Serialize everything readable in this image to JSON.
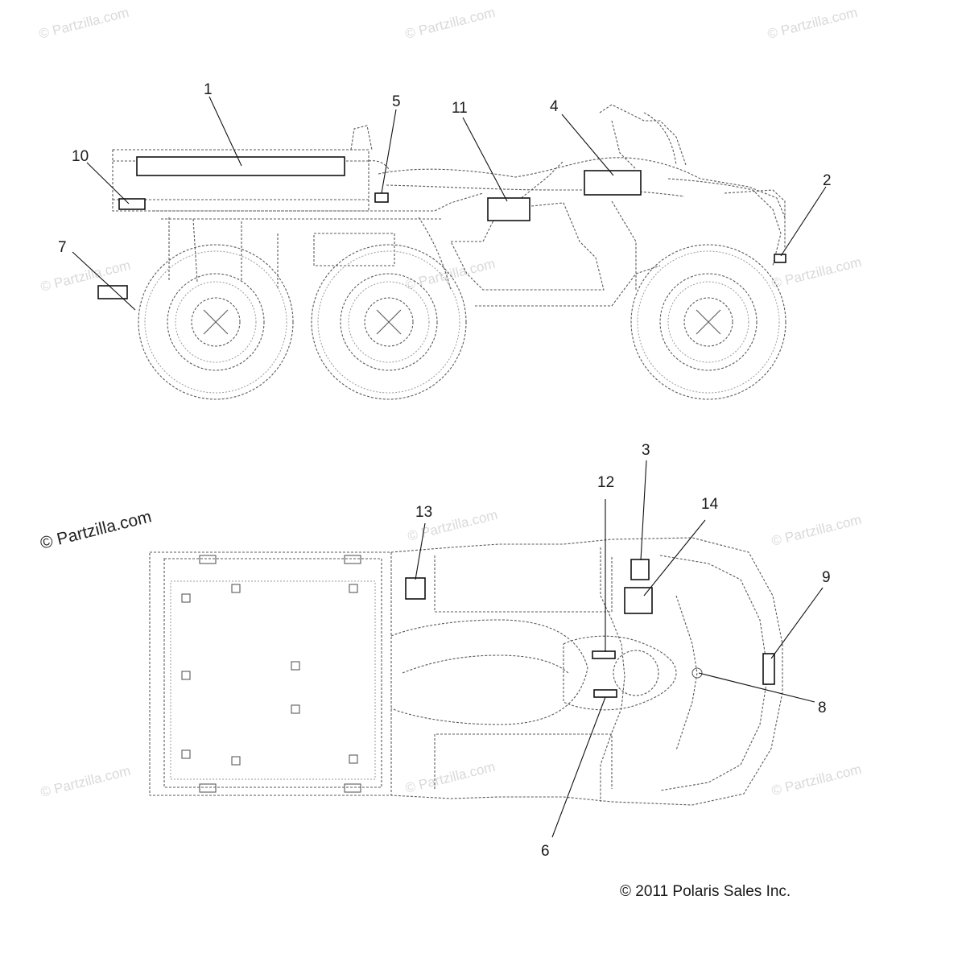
{
  "watermark": {
    "text": "© Partzilla.com",
    "main_text": "© Partzilla.com"
  },
  "copyright": "© 2011 Polaris Sales Inc.",
  "callouts": {
    "c1": "1",
    "c2": "2",
    "c3": "3",
    "c4": "4",
    "c5": "5",
    "c6": "6",
    "c7": "7",
    "c8": "8",
    "c9": "9",
    "c10": "10",
    "c11": "11",
    "c12": "12",
    "c13": "13",
    "c14": "14"
  },
  "colors": {
    "line": "#111111",
    "sketch": "#5a5a5a",
    "watermark": "#d9d9d9",
    "background": "#ffffff"
  }
}
